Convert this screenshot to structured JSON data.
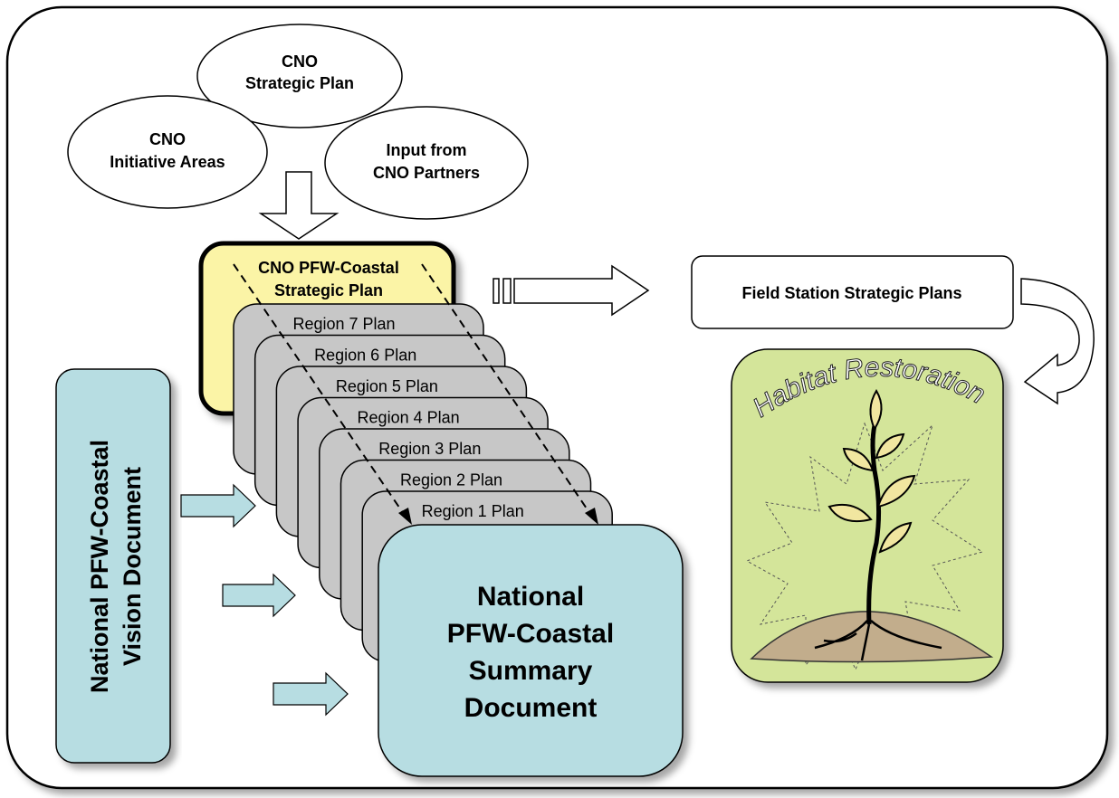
{
  "inputs": {
    "strategic_plan": {
      "line1": "CNO",
      "line2": "Strategic Plan"
    },
    "initiative_areas": {
      "line1": "CNO",
      "line2": "Initiative Areas"
    },
    "partners": {
      "line1": "Input from",
      "line2": "CNO Partners"
    }
  },
  "coastal_plan": {
    "line1": "CNO PFW-Coastal",
    "line2": "Strategic Plan"
  },
  "region_plans": [
    "Region 7 Plan",
    "Region 6 Plan",
    "Region 5 Plan",
    "Region 4 Plan",
    "Region 3 Plan",
    "Region 2 Plan",
    "Region 1 Plan"
  ],
  "field_station": "Field Station Strategic Plans",
  "habitat": "Habitat Restoration",
  "vision_doc": {
    "line1": "National PFW-Coastal",
    "line2": "Vision Document"
  },
  "summary_doc": {
    "line1": "National",
    "line2": "PFW-Coastal",
    "line3": "Summary",
    "line4": "Document"
  },
  "colors": {
    "yellow": "#fbf4a6",
    "gray": "#c7c7c7",
    "teal": "#b7dde2",
    "green": "#d4e59a"
  }
}
